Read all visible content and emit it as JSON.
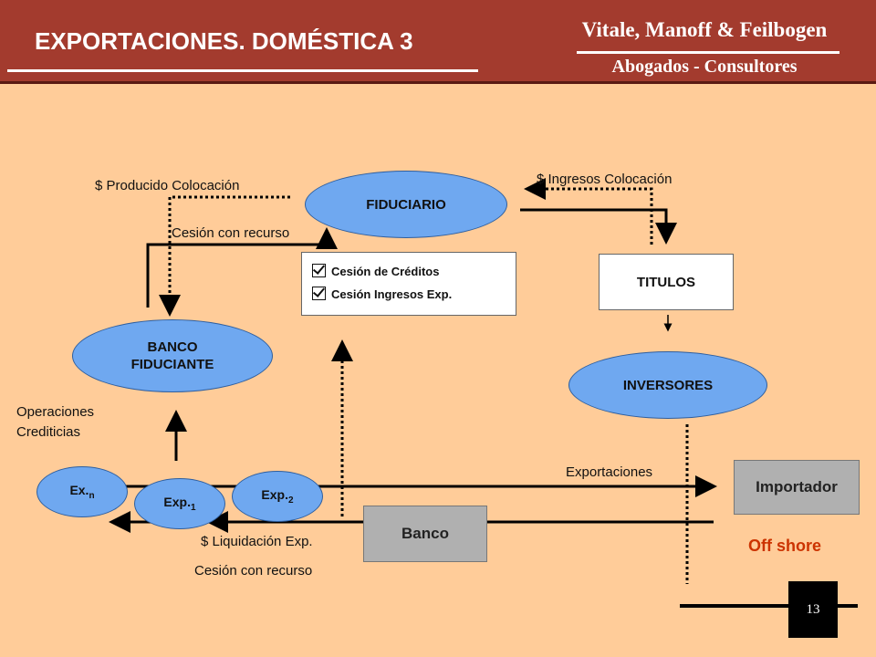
{
  "header": {
    "title": "EXPORTACIONES. DOMÉSTICA 3",
    "firm_name": "Vitale, Manoff & Feilbogen",
    "firm_subtitle": "Abogados - Consultores"
  },
  "nodes": {
    "fiduciario": "FIDUCIARIO",
    "titulos": "TITULOS",
    "inversores": "INVERSORES",
    "banco_fiduciante_line1": "BANCO",
    "banco_fiduciante_line2": "FIDUCIANTE",
    "ex_n": "Ex.",
    "ex_n_sub": "n",
    "exp_1": "Exp.",
    "exp_1_sub": "1",
    "exp_2": "Exp.",
    "exp_2_sub": "2",
    "importador": "Importador",
    "banco": "Banco"
  },
  "checklist": [
    "Cesión de Créditos",
    "Cesión Ingresos Exp."
  ],
  "labels": {
    "producido_colocacion": "$ Producido Colocación",
    "ingresos_colocacion": "$ Ingresos Colocación",
    "cesion_con_recurso_top": "Cesión con recurso",
    "operaciones_line1": "Operaciones",
    "operaciones_line2": "Crediticias",
    "exportaciones": "Exportaciones",
    "liquidacion_exp": "$ Liquidación Exp.",
    "cesion_con_recurso_bottom": "Cesión con recurso",
    "off_shore": "Off shore"
  },
  "page_number": "13",
  "colors": {
    "background": "#FFCC99",
    "header": "#A33B2E",
    "ellipse_fill": "#6FA8F0",
    "grey_box": "#B0B0B0",
    "off_shore": "#CC3300"
  }
}
